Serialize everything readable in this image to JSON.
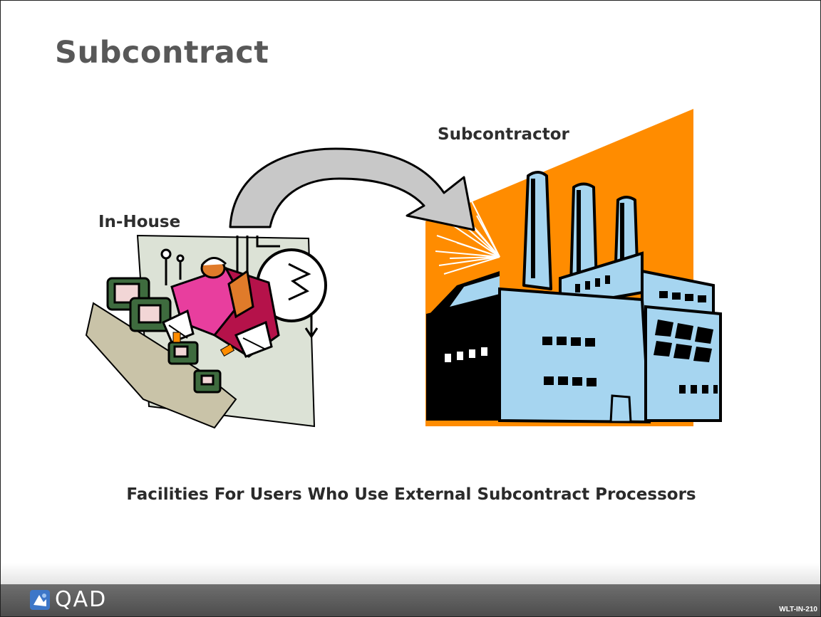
{
  "slide": {
    "title": "Subcontract",
    "subcontractor_label": "Subcontractor",
    "inhouse_label": "In-House",
    "caption": "Facilities For Users Who Use External Subcontract Processors"
  },
  "footer": {
    "logo_text": "QAD",
    "slide_code": "WLT-IN-210"
  },
  "colors": {
    "title_gray": "#585858",
    "sunburst_orange": "#FF8C00",
    "factory_blue": "#A6D5F0",
    "arrow_gray": "#C8C8C8",
    "footer_gray": "#5A5A5A"
  },
  "icons": [
    "factory-illustration",
    "workshop-illustration",
    "curved-arrow",
    "qad-logo-icon"
  ]
}
